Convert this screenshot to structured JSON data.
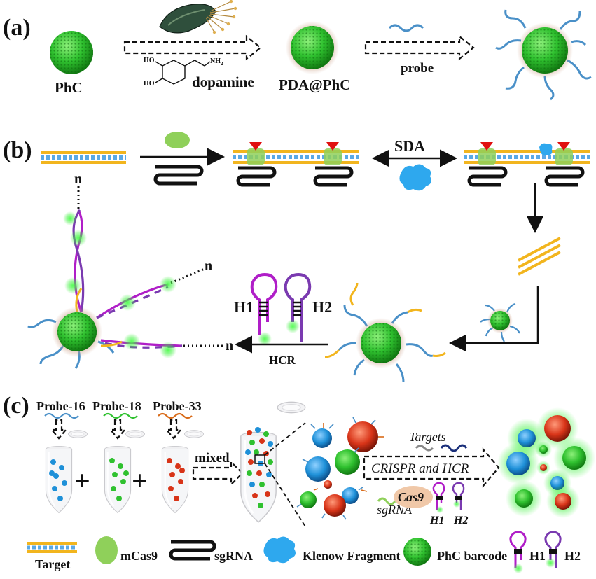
{
  "panels": {
    "a": "(a)",
    "b": "(b)",
    "c": "(c)"
  },
  "panel_a": {
    "phc": "PhC",
    "dopamine": "dopamine",
    "pda_phc": "PDA@PhC",
    "probe": "probe",
    "chem_ho1": "HO",
    "chem_ho2": "HO",
    "chem_nh2": "NH",
    "chem_nh2_sub": "2"
  },
  "panel_b": {
    "sda": "SDA",
    "hcr": "HCR",
    "h1": "H1",
    "h2": "H2",
    "n": "n"
  },
  "panel_c": {
    "probes": [
      "Probe-16",
      "Probe-18",
      "Probe-33"
    ],
    "plus": "+",
    "mixed": "mixed",
    "targets": "Targets",
    "crispr_hcr": "CRISPR and HCR",
    "sgrna": "sgRNA",
    "cas9": "Cas9",
    "h1": "H1",
    "h2": "H2"
  },
  "legend": {
    "target": "Target",
    "mcas9": "mCas9",
    "sgrna": "sgRNA",
    "klenow": "Klenow Fragment",
    "phc_barcode": "PhC barcode",
    "h1": "H1",
    "h2": "H2"
  },
  "colors": {
    "phc_green": "#2fc12f",
    "target_yellow": "#f2b51e",
    "target_blue": "#5aa9e6",
    "probe_blue": "#4a90c8",
    "mcas9": "#8fd05a",
    "klenow": "#2ea8ee",
    "hairpin_magenta": "#b01ec8",
    "hairpin_purple": "#7a3ab0",
    "red_marker": "#e01010",
    "bead_blue": "#1e90d8",
    "bead_red": "#d83418"
  },
  "icons": [
    "mussel-icon",
    "tube-icon",
    "cas9-icon",
    "klenow-icon",
    "hairpin-icon"
  ]
}
